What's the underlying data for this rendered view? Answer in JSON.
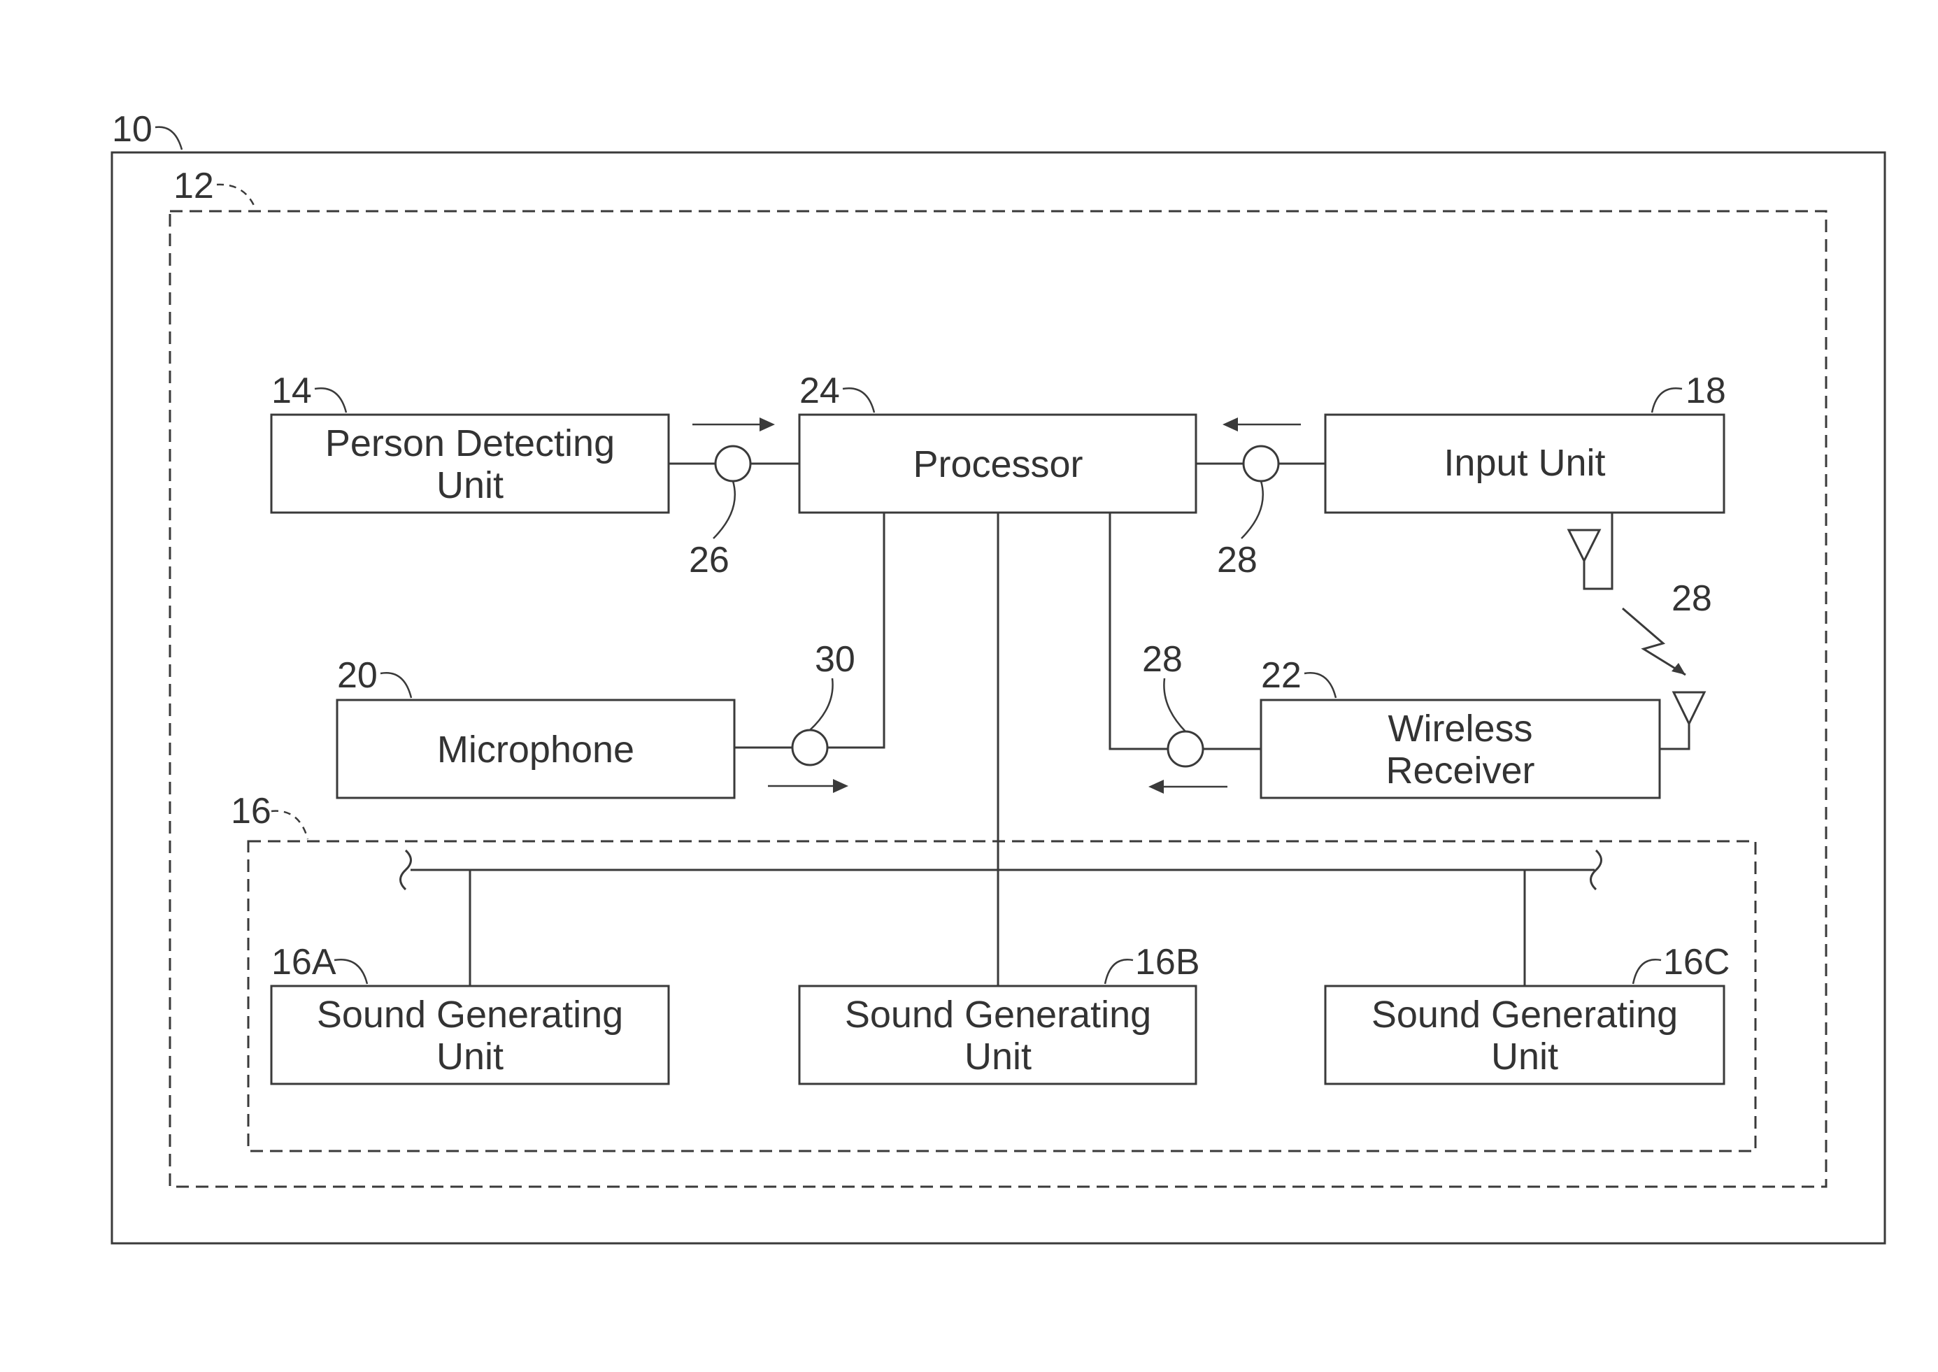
{
  "refs": {
    "system": "10",
    "housing": "12",
    "sound_array": "16",
    "person_detecting": "14",
    "processor": "24",
    "input_unit": "18",
    "microphone": "20",
    "wireless_receiver": "22",
    "sgu_a": "16A",
    "sgu_b": "16B",
    "sgu_c": "16C",
    "connector_pdu": "26",
    "connector_input": "28",
    "connector_wireless": "28",
    "wireless_link": "28",
    "connector_mic": "30"
  },
  "blocks": {
    "person_detecting": {
      "line1": "Person Detecting",
      "line2": "Unit"
    },
    "processor": {
      "label": "Processor"
    },
    "input_unit": {
      "label": "Input Unit"
    },
    "microphone": {
      "label": "Microphone"
    },
    "wireless_receiver": {
      "line1": "Wireless",
      "line2": "Receiver"
    },
    "sgu_a": {
      "line1": "Sound Generating",
      "line2": "Unit"
    },
    "sgu_b": {
      "line1": "Sound Generating",
      "line2": "Unit"
    },
    "sgu_c": {
      "line1": "Sound Generating",
      "line2": "Unit"
    }
  }
}
